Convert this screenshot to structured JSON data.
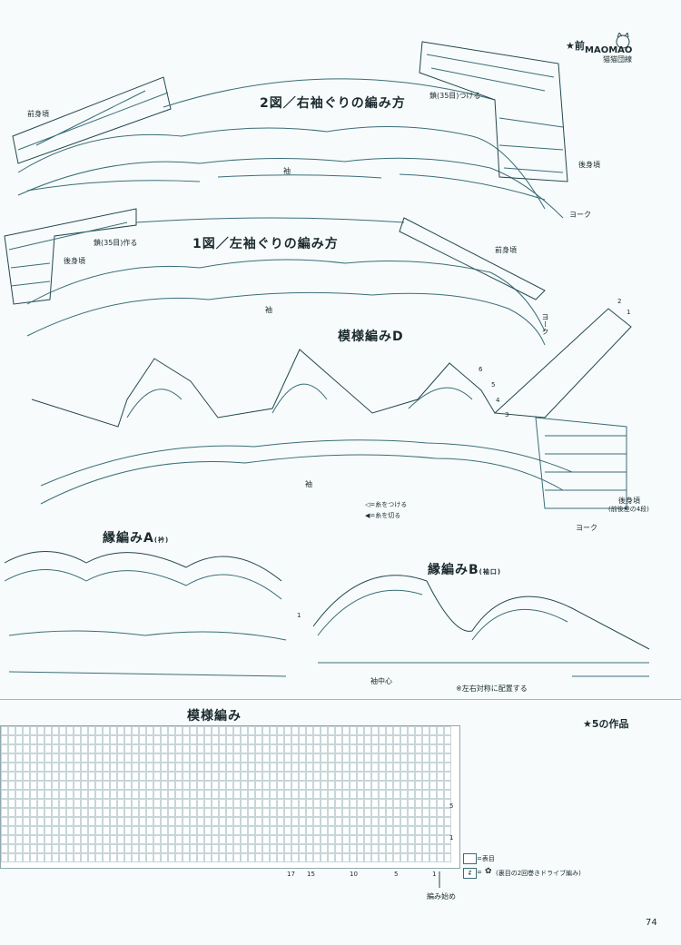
{
  "header": {
    "logo_text": "猫猫団線",
    "star_prefix": "★前"
  },
  "diagrams": {
    "fig2": {
      "title": "2図／右袖ぐりの編み方",
      "labels": {
        "front": "前身頃",
        "chain": "鎖(35目)つける",
        "sleeve": "袖",
        "back": "後身頃",
        "yoke": "ヨーク"
      }
    },
    "fig1": {
      "title": "1図／左袖ぐりの編み方",
      "labels": {
        "chain": "鎖(35目)作る",
        "back": "後身頃",
        "front": "前身頃",
        "sleeve": "袖",
        "yoke": "ヨーク"
      }
    },
    "patternD": {
      "title": "模様編みD",
      "labels": {
        "sleeve": "袖",
        "back": "後身頃",
        "back_note": "(前後差の4段)",
        "yoke": "ヨーク",
        "attach": "=糸をつける",
        "cut": "=糸を切る",
        "rows": [
          "2",
          "1",
          "6",
          "5",
          "4",
          "3"
        ]
      }
    },
    "edgeA": {
      "title": "縁編みA",
      "sub": "(衿)",
      "row": "1"
    },
    "edgeB": {
      "title": "縁編みB",
      "sub": "(袖口)",
      "center": "袖中心",
      "note": "※左右対称に配置する"
    }
  },
  "pattern_chart": {
    "title": "模様編み",
    "work": "★5の作品",
    "row_numbers": [
      "5",
      "1"
    ],
    "col_numbers": [
      "17",
      "15",
      "10",
      "5",
      "1"
    ],
    "legend": {
      "knit": "=表目",
      "drive": "=",
      "drive_desc": "(裏目の2回巻きドライブ編み)"
    },
    "start": "編み始め"
  },
  "page_number": "74"
}
